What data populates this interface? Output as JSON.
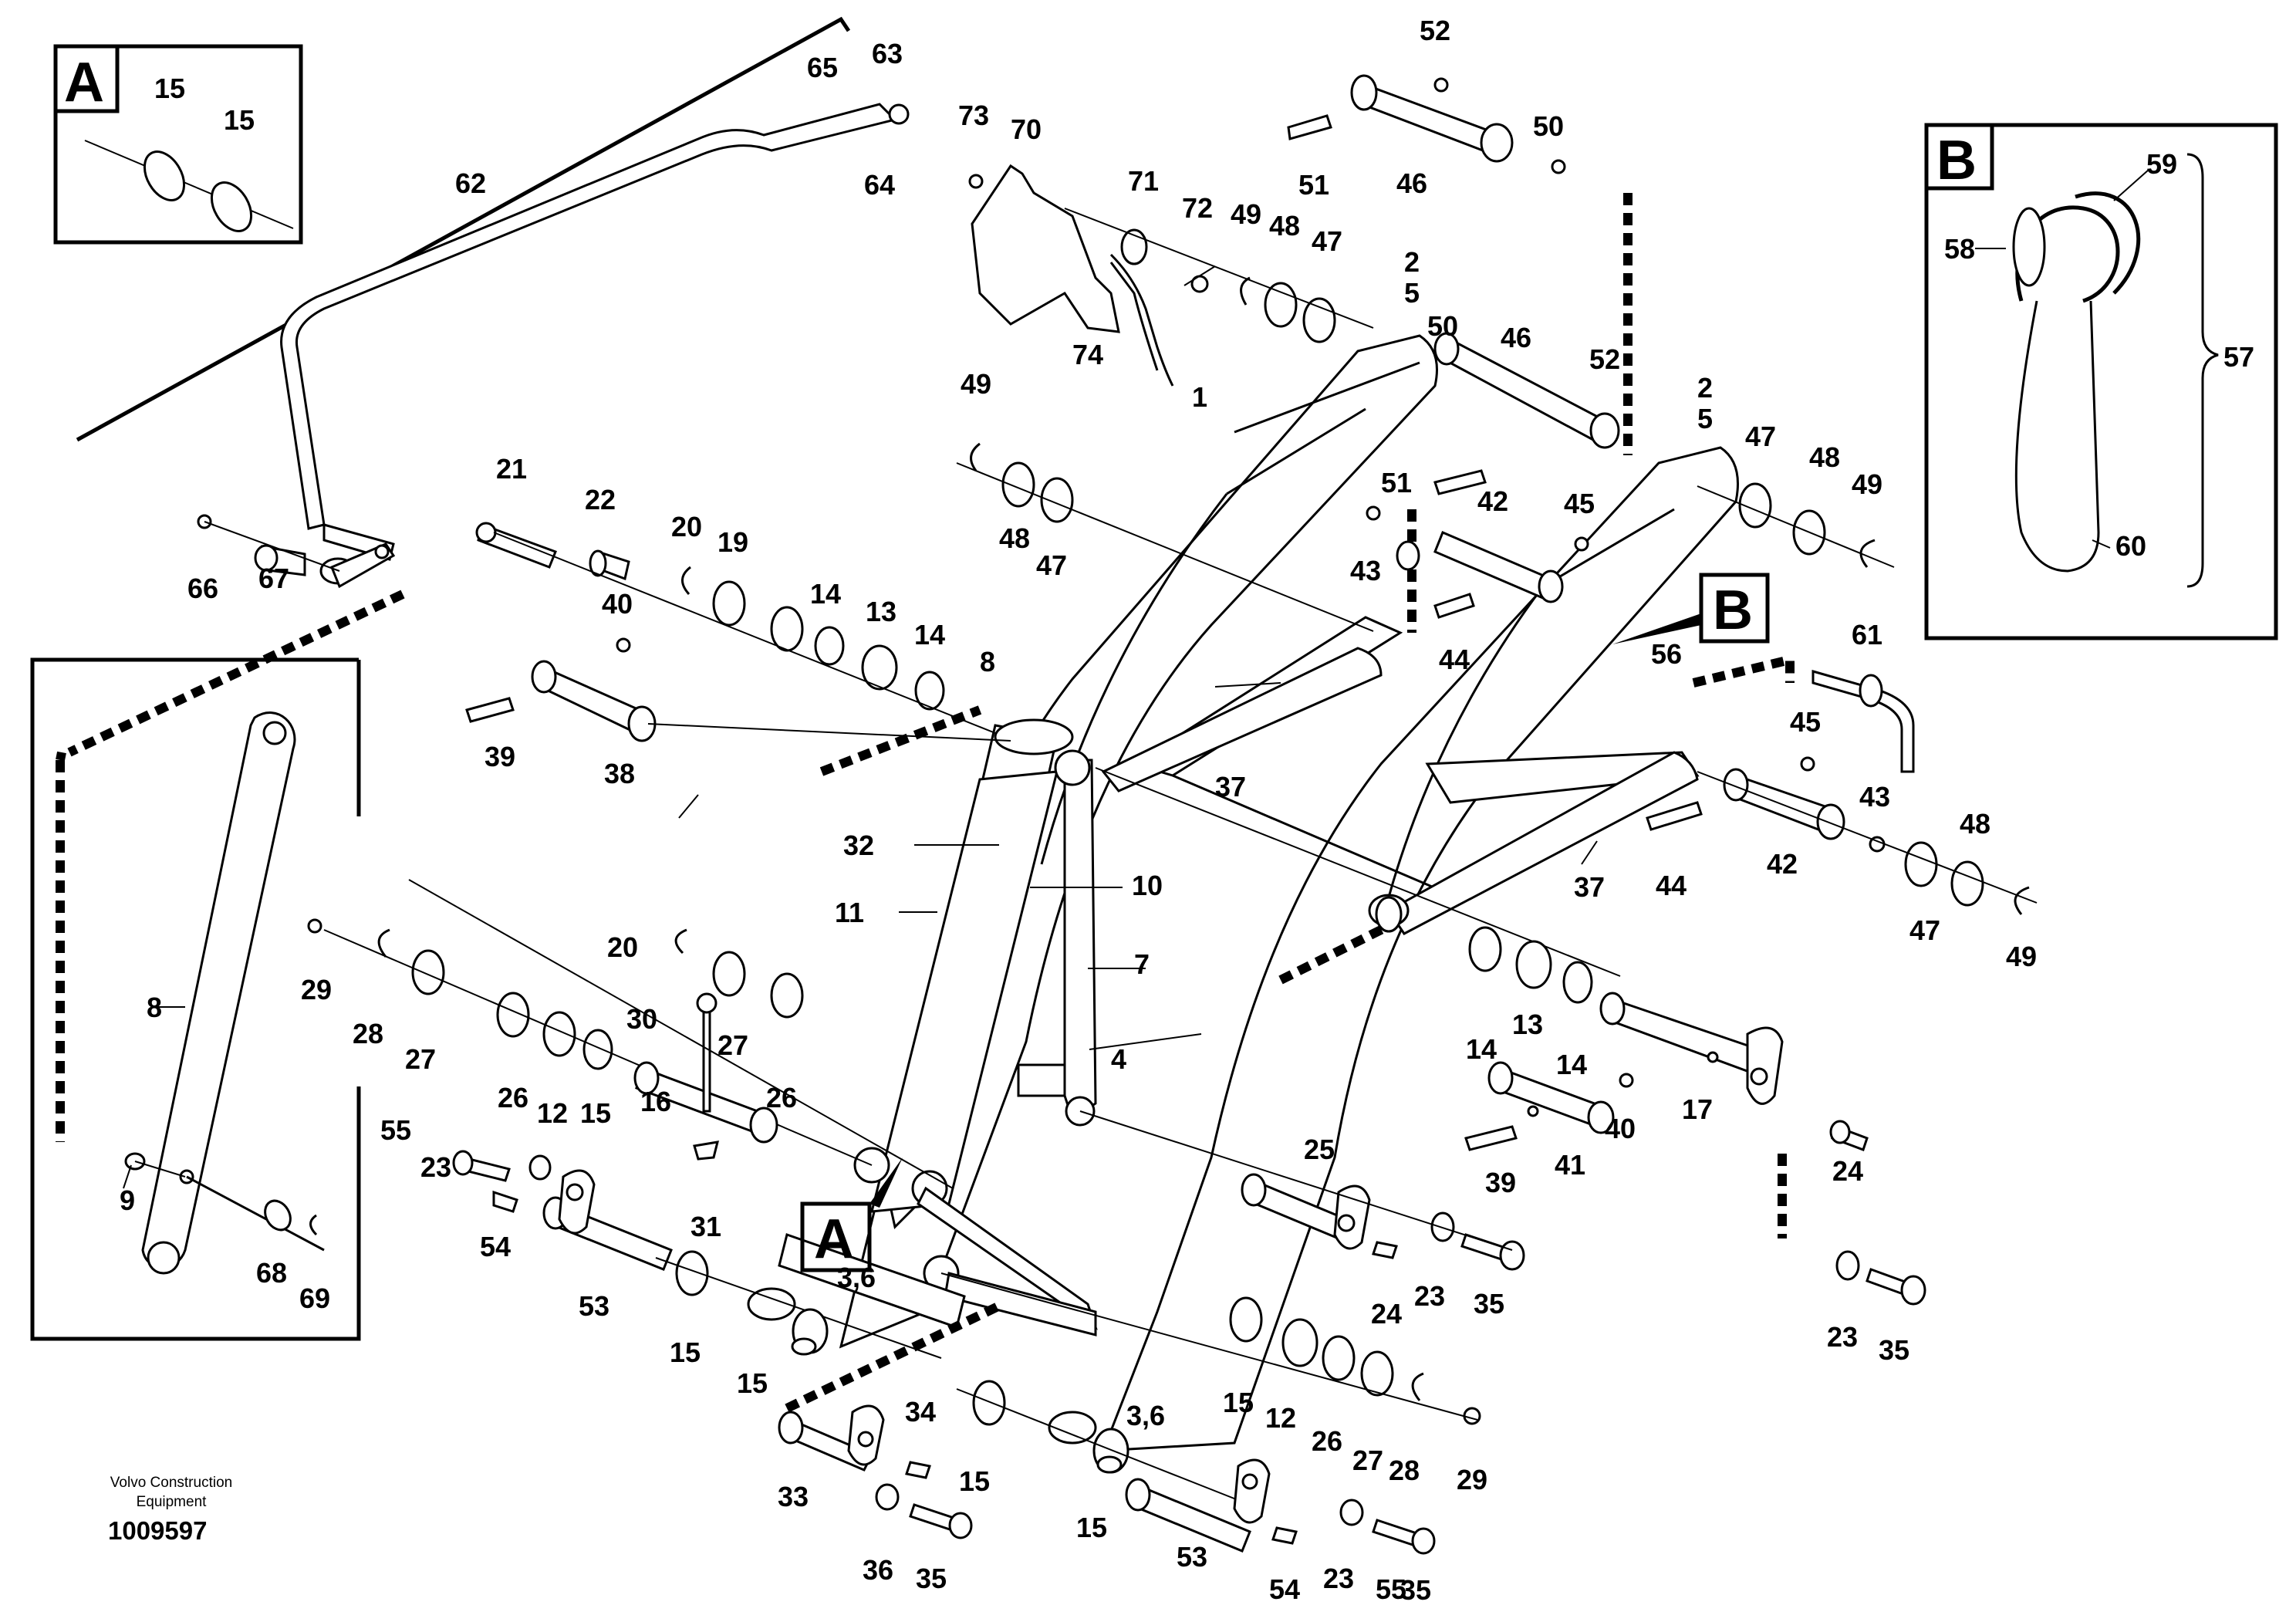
{
  "detail_views": {
    "A": {
      "letter": "A",
      "labels": [
        "15",
        "15"
      ]
    },
    "B": {
      "letter": "B",
      "labels": [
        "59",
        "58",
        "60",
        "57"
      ]
    }
  },
  "callout_letters": {
    "A": "A",
    "B": "B"
  },
  "part_numbers": [
    "1",
    "2",
    "3,6",
    "4",
    "5",
    "7",
    "8",
    "9",
    "10",
    "11",
    "12",
    "13",
    "14",
    "15",
    "16",
    "17",
    "19",
    "20",
    "21",
    "22",
    "23",
    "24",
    "25",
    "26",
    "27",
    "28",
    "29",
    "30",
    "31",
    "32",
    "33",
    "34",
    "35",
    "36",
    "37",
    "38",
    "39",
    "40",
    "41",
    "42",
    "43",
    "44",
    "45",
    "46",
    "47",
    "48",
    "49",
    "50",
    "51",
    "52",
    "53",
    "54",
    "55",
    "56",
    "57",
    "58",
    "59",
    "60",
    "61",
    "62",
    "63",
    "64",
    "65",
    "66",
    "67",
    "68",
    "69",
    "70",
    "71",
    "72",
    "73",
    "74"
  ],
  "footer": {
    "company_line1": "Volvo Construction",
    "company_line2": "Equipment",
    "figure_number": "1009597"
  }
}
